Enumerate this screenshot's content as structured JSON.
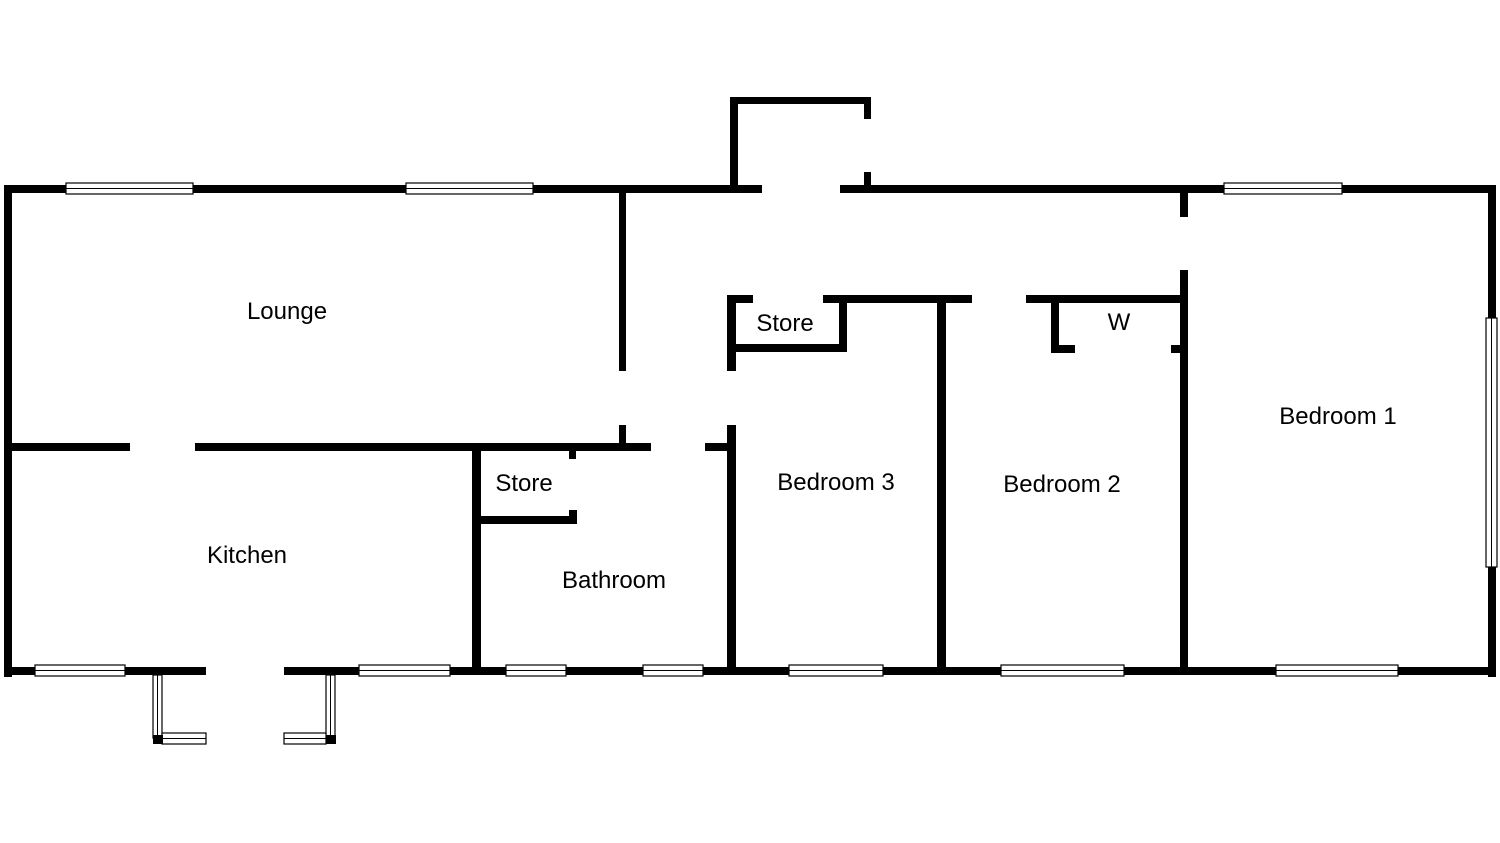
{
  "rooms": {
    "lounge": "Lounge",
    "kitchen": "Kitchen",
    "store_hall": "Store",
    "store_bath": "Store",
    "bathroom": "Bathroom",
    "bedroom3": "Bedroom 3",
    "bedroom2": "Bedroom 2",
    "wardrobe": "W",
    "bedroom1": "Bedroom 1"
  },
  "colors": {
    "wall": "#000000",
    "background": "#ffffff"
  }
}
